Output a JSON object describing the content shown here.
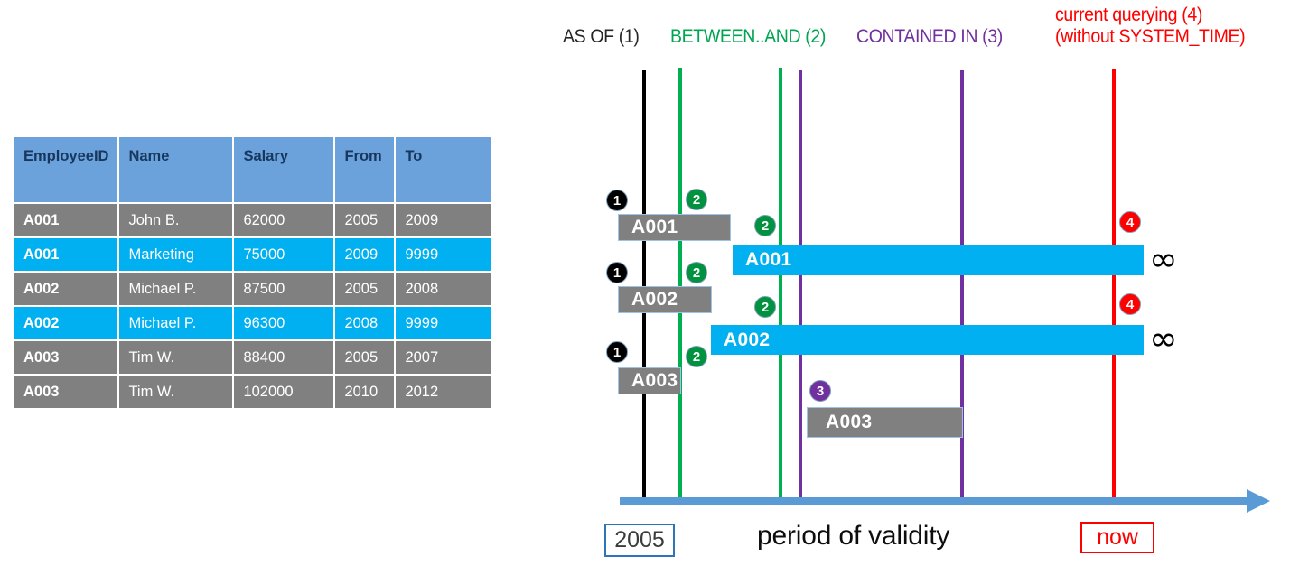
{
  "table": {
    "columns": [
      {
        "label": "EmployeeID",
        "underline": true
      },
      {
        "label": "Name",
        "underline": false
      },
      {
        "label": "Salary",
        "underline": false
      },
      {
        "label": "From",
        "underline": false
      },
      {
        "label": "To",
        "underline": false
      }
    ],
    "rows": [
      {
        "style": "gray",
        "employee_id": "A001",
        "name": "John  B.",
        "salary": "62000",
        "from": "2005",
        "to": "2009"
      },
      {
        "style": "cyan",
        "employee_id": "A001",
        "name": "Marketing",
        "salary": "75000",
        "from": "2009",
        "to": "9999"
      },
      {
        "style": "gray",
        "employee_id": "A002",
        "name": "Michael P.",
        "salary": "87500",
        "from": "2005",
        "to": "2008"
      },
      {
        "style": "cyan",
        "employee_id": "A002",
        "name": "Michael P.",
        "salary": "96300",
        "from": "2008",
        "to": "9999"
      },
      {
        "style": "gray",
        "employee_id": "A003",
        "name": "Tim W.",
        "salary": "88400",
        "from": "2005",
        "to": "2007"
      },
      {
        "style": "gray",
        "employee_id": "A003",
        "name": "Tim W.",
        "salary": "102000",
        "from": "2010",
        "to": "2012"
      }
    ]
  },
  "diagram": {
    "headers": {
      "as_of": "AS OF (1)",
      "between_and": "BETWEEN..AND (2)",
      "contained_in": "CONTAINED IN (3)",
      "current_line1": "current querying (4)",
      "current_line2": "(without SYSTEM_TIME)"
    },
    "colors": {
      "as_of": "#000000",
      "between_and": "#00A550",
      "contained_in": "#7030A0",
      "current": "#FF0000",
      "axis": "#5B9BD5",
      "bar_gray": "#808080",
      "bar_cyan": "#00B0F0",
      "table_header": "#6BA2DB",
      "table_header_text": "#17375E"
    },
    "bars": [
      {
        "id": "bar-a001-historic",
        "label": "A001",
        "style": "gray"
      },
      {
        "id": "bar-a001-current",
        "label": "A001",
        "style": "cyan"
      },
      {
        "id": "bar-a002-historic",
        "label": "A002",
        "style": "gray"
      },
      {
        "id": "bar-a002-current",
        "label": "A002",
        "style": "cyan"
      },
      {
        "id": "bar-a003-historic",
        "label": "A003",
        "style": "gray"
      },
      {
        "id": "bar-a003-second",
        "label": "A003",
        "style": "gray"
      }
    ],
    "badges": {
      "one": "1",
      "two": "2",
      "three": "3",
      "four": "4"
    },
    "infinity_symbol": "∞",
    "axis": {
      "start_tag": "2005",
      "end_tag": "now",
      "caption": "period of validity"
    }
  }
}
